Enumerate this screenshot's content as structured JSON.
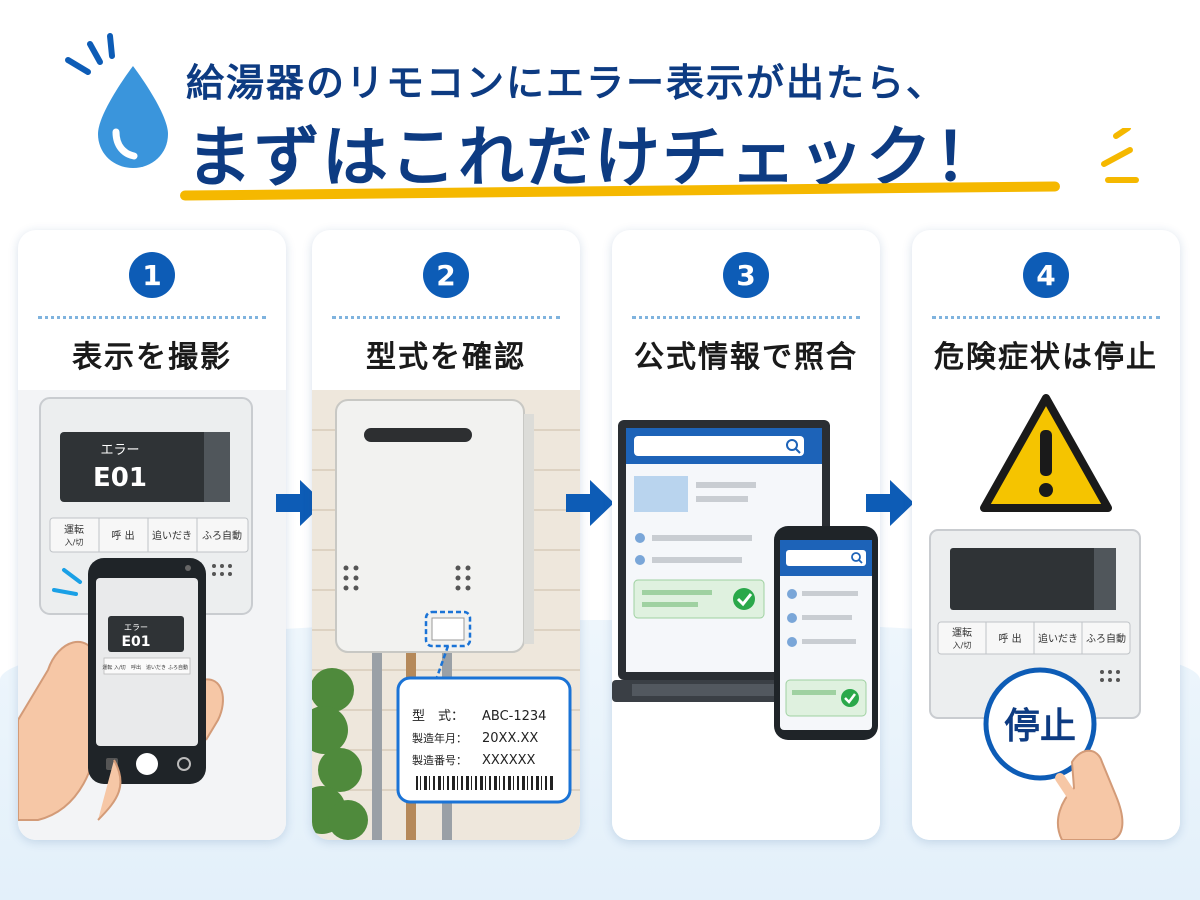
{
  "header": {
    "title_line1": "給湯器のリモコンにエラー表示が出たら、",
    "title_line2": "まずはこれだけチェック！"
  },
  "colors": {
    "primary": "#0d3b82",
    "accent_blue": "#0d5cb6",
    "highlight": "#f5b800",
    "success": "#2aa84a",
    "warning": "#f5c400"
  },
  "steps": [
    {
      "number": "1",
      "label": "表示を撮影",
      "remote": {
        "screen_caption": "エラー",
        "screen_code": "E01",
        "buttons": [
          {
            "line1": "運転",
            "line2": "入/切"
          },
          {
            "line1": "呼 出",
            "line2": ""
          },
          {
            "line1": "追いだき",
            "line2": ""
          },
          {
            "line1": "ふろ自動",
            "line2": ""
          }
        ]
      },
      "phone": {
        "screen_caption": "エラー",
        "screen_code": "E01",
        "buttons": [
          "運転 入/切",
          "呼出",
          "追いだき",
          "ふろ自動"
        ]
      }
    },
    {
      "number": "2",
      "label": "型式を確認",
      "nameplate": {
        "row1_label": "型　式：",
        "row1_value": "ABC-1234",
        "row2_label": "製造年月：",
        "row2_value": "20XX.XX",
        "row3_label": "製造番号：",
        "row3_value": "XXXXXX"
      }
    },
    {
      "number": "3",
      "label": "公式情報で照合"
    },
    {
      "number": "4",
      "label": "危険症状は停止",
      "remote": {
        "buttons": [
          {
            "line1": "運転",
            "line2": "入/切"
          },
          {
            "line1": "呼 出",
            "line2": ""
          },
          {
            "line1": "追いだき",
            "line2": ""
          },
          {
            "line1": "ふろ自動",
            "line2": ""
          }
        ]
      },
      "stop_button": "停止"
    }
  ]
}
